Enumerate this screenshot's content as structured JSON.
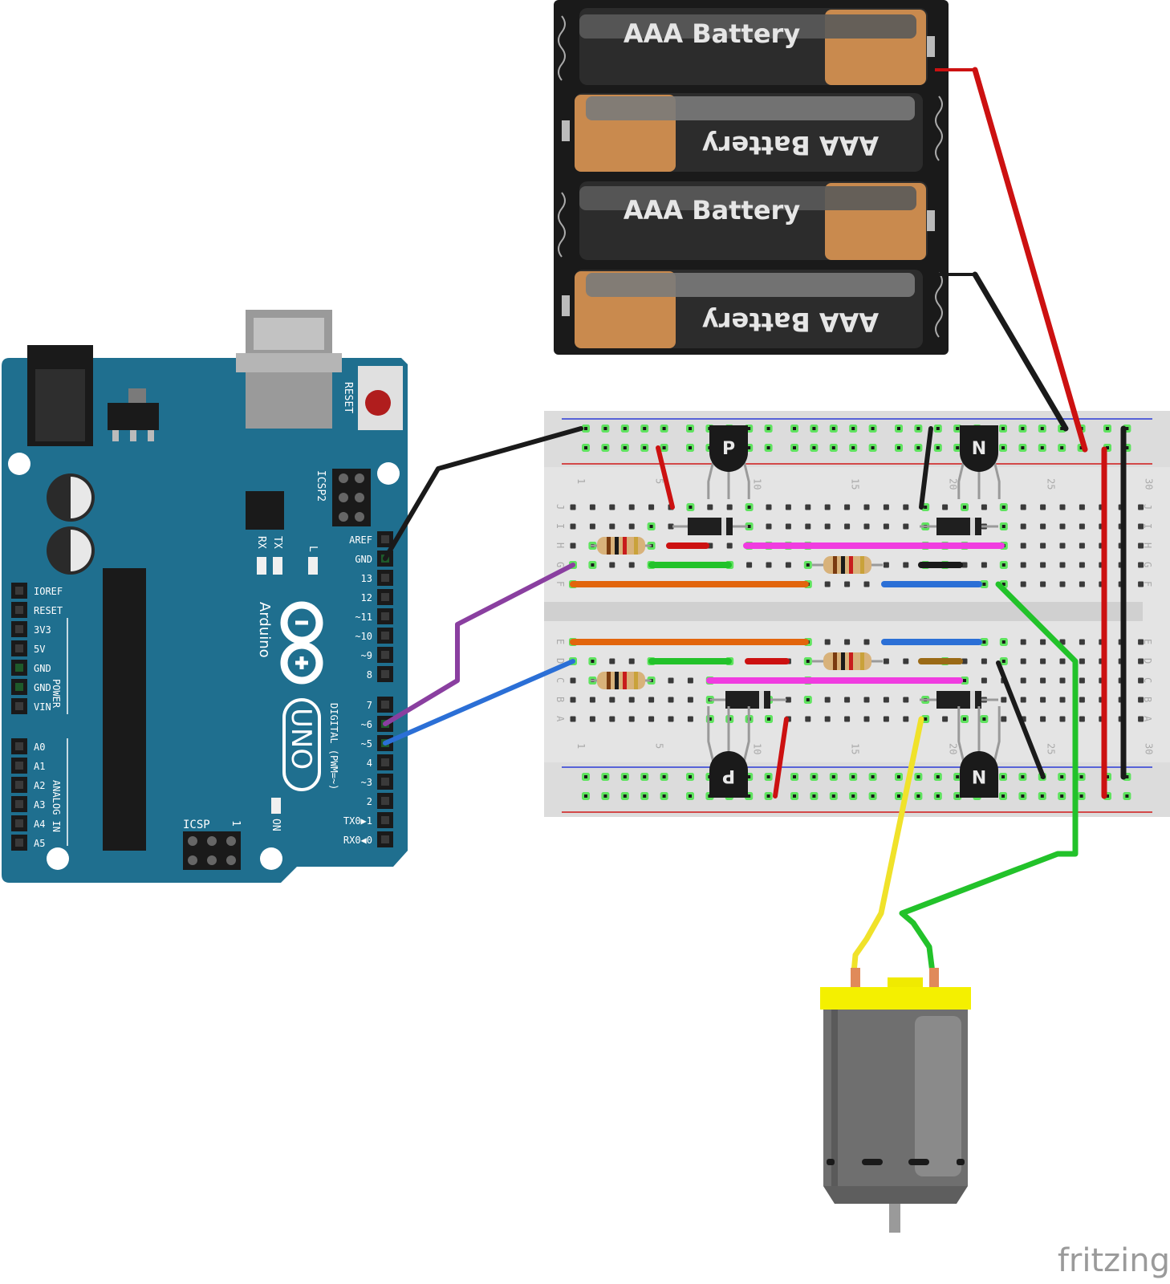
{
  "battery_pack": {
    "cell_label": "AAA Battery",
    "casing_color": "#1a1a1a",
    "cell_color": "#3a3a3a",
    "cap_color": "#c8884f"
  },
  "arduino": {
    "board_color": "#1f6f8f",
    "reset_label": "RESET",
    "icsp2_label": "ICSP2",
    "icsp_label": "ICSP",
    "icsp_pin1": "1",
    "tx_label": "TX",
    "rx_label": "RX",
    "l_label": "L",
    "on_label": "ON",
    "brand": "Arduino",
    "model": "UNO",
    "power_header": [
      "IOREF",
      "RESET",
      "3V3",
      "5V",
      "GND",
      "GND",
      "VIN"
    ],
    "power_group_label": "POWER",
    "analog_header": [
      "A0",
      "A1",
      "A2",
      "A3",
      "A4",
      "A5"
    ],
    "analog_group_label": "ANALOG IN",
    "digital_top": [
      "AREF",
      "GND",
      "13",
      "12",
      "~11",
      "~10",
      "~9",
      "8"
    ],
    "digital_bottom": [
      "7",
      "~6",
      "~5",
      "4",
      "~3",
      "2",
      "TX0▶1",
      "RX0◀0"
    ],
    "digital_group_label": "DIGITAL (PWM=~)"
  },
  "breadboard": {
    "row_letters_top": [
      "J",
      "I",
      "H",
      "G",
      "F"
    ],
    "row_letters_bottom": [
      "E",
      "D",
      "C",
      "B",
      "A"
    ],
    "column_numbers_top": [
      "1",
      "5",
      "10",
      "15",
      "20",
      "25",
      "30"
    ],
    "column_numbers_bottom": [
      "1",
      "5",
      "10",
      "15",
      "20",
      "25",
      "30"
    ]
  },
  "transistors": [
    {
      "label": "P"
    },
    {
      "label": "N"
    },
    {
      "label": "P"
    },
    {
      "label": "N"
    }
  ],
  "wire_colors": {
    "red": "#cc1111",
    "black": "#1a1a1a",
    "green": "#22c22a",
    "blue": "#2b6fd6",
    "purple": "#8a3fa0",
    "yellow": "#f0e22a",
    "orange": "#e2650c",
    "magenta": "#f03ce0",
    "brown": "#9b6a16"
  },
  "motor": {
    "body_color": "#6f6f6f",
    "cap_color": "#f4f000"
  },
  "watermark": "fritzing"
}
